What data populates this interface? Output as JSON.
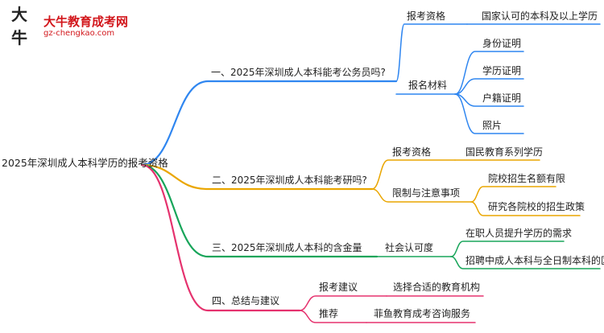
{
  "logo": {
    "mark": "大牛",
    "title": "大牛教育成考网",
    "url": "gz-chengkao.com"
  },
  "mindmap": {
    "root": "2025年深圳成人本科学历的报考资格",
    "colors": {
      "branch1": "#2f86f0",
      "branch2": "#eaa600",
      "branch3": "#18a55a",
      "branch4": "#e5326e"
    },
    "branches": [
      {
        "label": "一、2025年深圳成人本科能考公务员吗?",
        "children": [
          {
            "label": "报考资格",
            "children": [
              "国家认可的本科及以上学历"
            ]
          },
          {
            "label": "报名材料",
            "children": [
              "身份证明",
              "学历证明",
              "户籍证明",
              "照片"
            ]
          }
        ]
      },
      {
        "label": "二、2025年深圳成人本科能考研吗?",
        "children": [
          {
            "label": "报考资格",
            "children": [
              "国民教育系列学历"
            ]
          },
          {
            "label": "限制与注意事项",
            "children": [
              "院校招生名额有限",
              "研究各院校的招生政策"
            ]
          }
        ]
      },
      {
        "label": "三、2025年深圳成人本科的含金量",
        "children": [
          {
            "label": "社会认可度",
            "children": [
              "在职人员提升学历的需求",
              "招聘中成人本科与全日制本科的区分"
            ]
          }
        ]
      },
      {
        "label": "四、总结与建议",
        "children": [
          {
            "label": "报考建议",
            "children": [
              "选择合适的教育机构"
            ]
          },
          {
            "label": "推荐",
            "children": [
              "菲鱼教育成考咨询服务"
            ]
          }
        ]
      }
    ]
  }
}
